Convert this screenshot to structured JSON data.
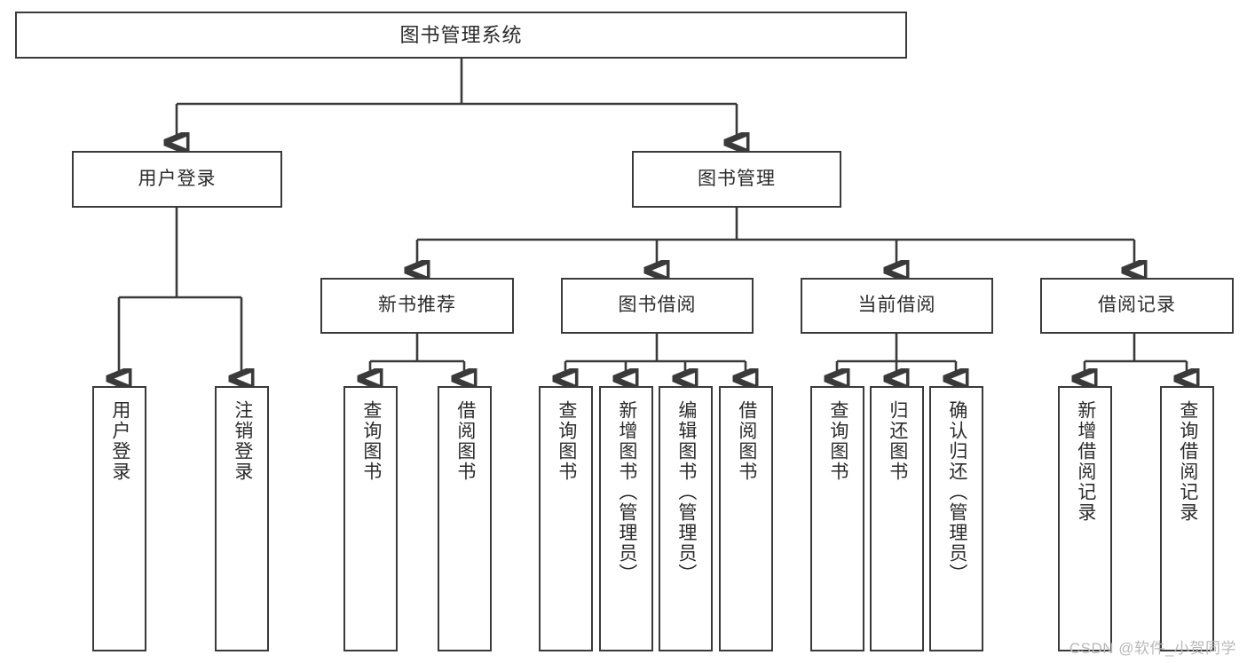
{
  "diagram": {
    "title": "图书管理系统",
    "type": "tree",
    "watermark": "CSDN @软件_小贺同学",
    "colors": {
      "stroke": "#3a3a3a",
      "fill": "#ffffff",
      "text": "#2b2b2b",
      "watermark": "#b9b9b9"
    },
    "nodes": {
      "root": {
        "label": "图书管理系统"
      },
      "level2": [
        {
          "label": "用户登录"
        },
        {
          "label": "图书管理"
        }
      ],
      "level3": [
        {
          "label": "新书推荐"
        },
        {
          "label": "图书借阅"
        },
        {
          "label": "当前借阅"
        },
        {
          "label": "借阅记录"
        }
      ],
      "leaves_user_login": [
        {
          "label": "用户登录"
        },
        {
          "label": "注销登录"
        }
      ],
      "leaves_new_book": [
        {
          "label": "查询图书"
        },
        {
          "label": "借阅图书"
        }
      ],
      "leaves_borrow": [
        {
          "label": "查询图书"
        },
        {
          "label": "新增图书（管理员）"
        },
        {
          "label": "编辑图书（管理员）"
        },
        {
          "label": "借阅图书"
        }
      ],
      "leaves_current": [
        {
          "label": "查询图书"
        },
        {
          "label": "归还图书"
        },
        {
          "label": "确认归还（管理员）"
        }
      ],
      "leaves_record": [
        {
          "label": "新增借阅记录"
        },
        {
          "label": "查询借阅记录"
        }
      ]
    }
  }
}
